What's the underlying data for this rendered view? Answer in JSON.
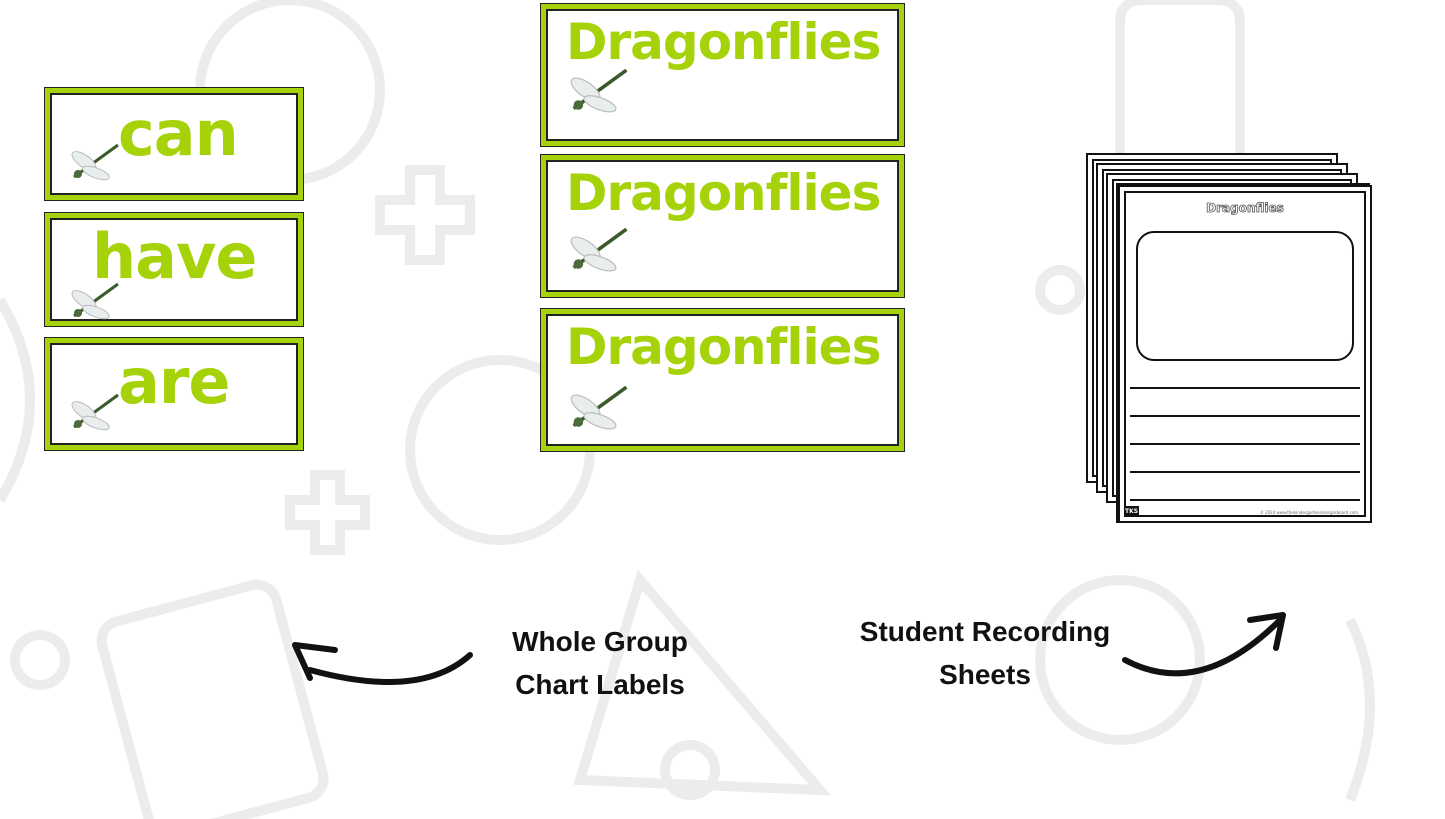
{
  "word_cards": [
    "can",
    "have",
    "are"
  ],
  "title_cards": [
    "Dragonflies",
    "Dragonflies",
    "Dragonflies"
  ],
  "sheet": {
    "title": "Dragonflies",
    "logo": "TKS",
    "footer": "© 2024 www.thekindergartensmorgasboard.com"
  },
  "labels": {
    "whole_group": "Whole Group Chart Labels",
    "student": "Student Recording Sheets"
  },
  "colors": {
    "green": "#a6d20a"
  }
}
